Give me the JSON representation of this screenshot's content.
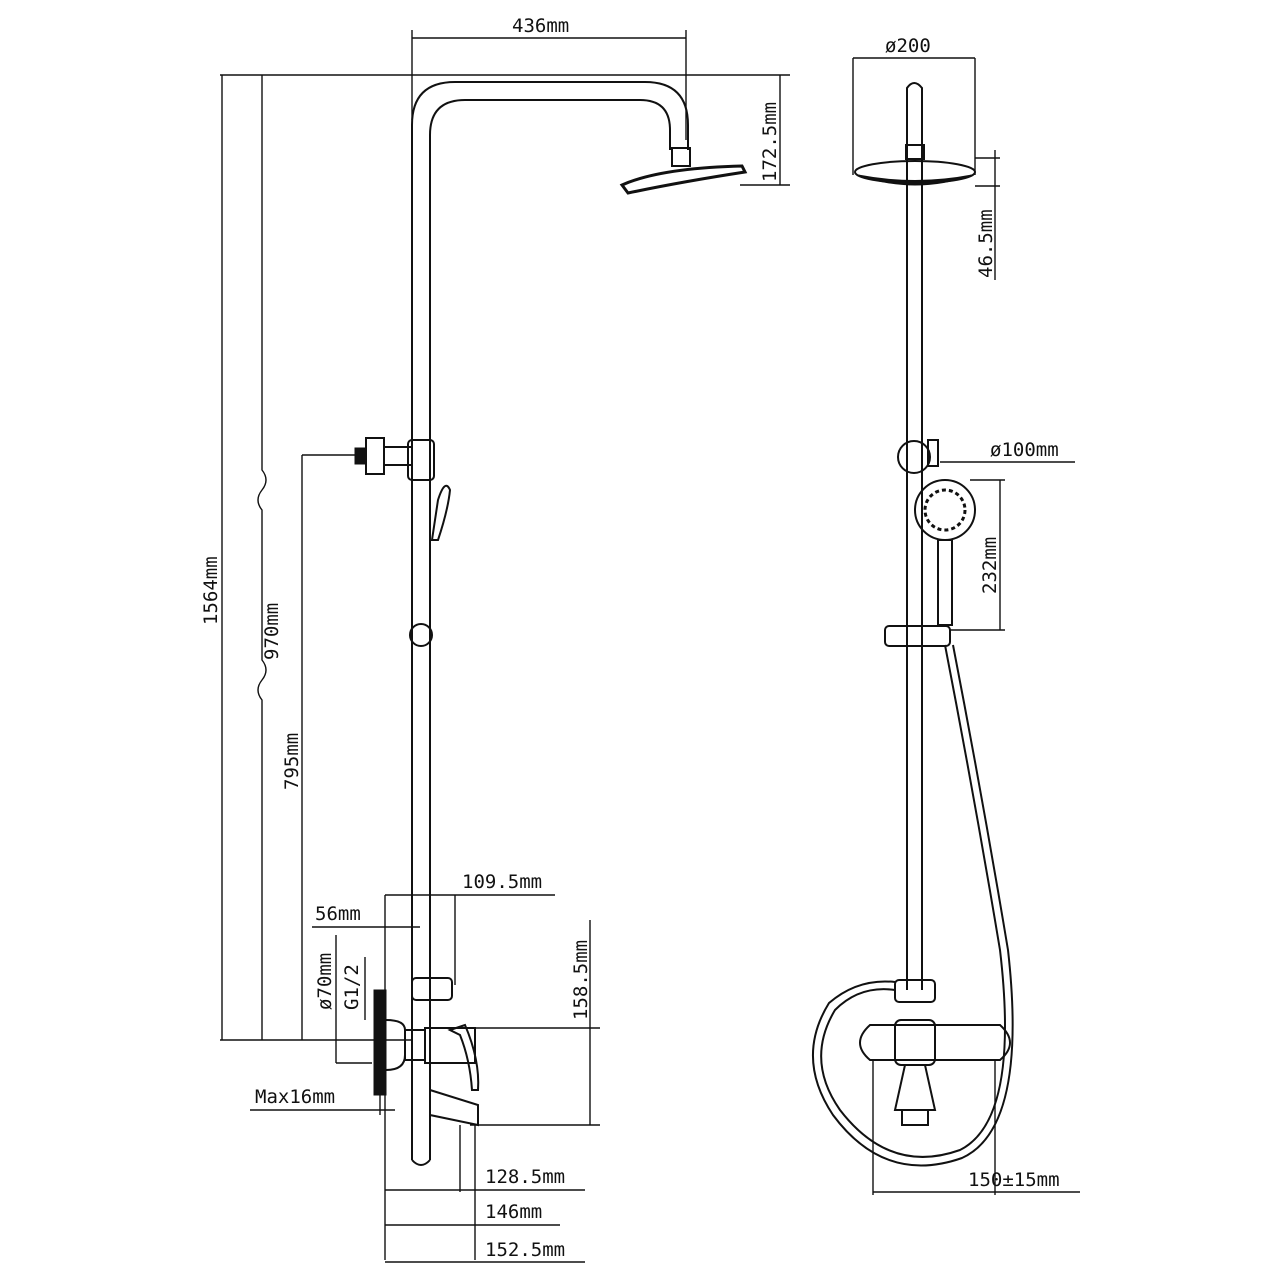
{
  "title": "Shower column dimension drawing",
  "side_view": {
    "width_top": "436mm",
    "head_height": "172.5mm",
    "total_height": "1564mm",
    "slide_range": "970mm",
    "bracket_height": "795mm",
    "mixer_depth": "109.5mm",
    "wall_offset": "56mm",
    "escutcheon_diameter": "ø70mm",
    "thread": "G1/2",
    "mixer_height": "158.5mm",
    "max_wall": "Max16mm",
    "dim_128": "128.5mm",
    "dim_146": "146mm",
    "dim_152": "152.5mm"
  },
  "front_view": {
    "head_diameter": "ø200",
    "head_thickness": "46.5mm",
    "handset_diameter": "ø100mm",
    "handset_length": "232mm",
    "inlet_spacing": "150±15mm"
  }
}
